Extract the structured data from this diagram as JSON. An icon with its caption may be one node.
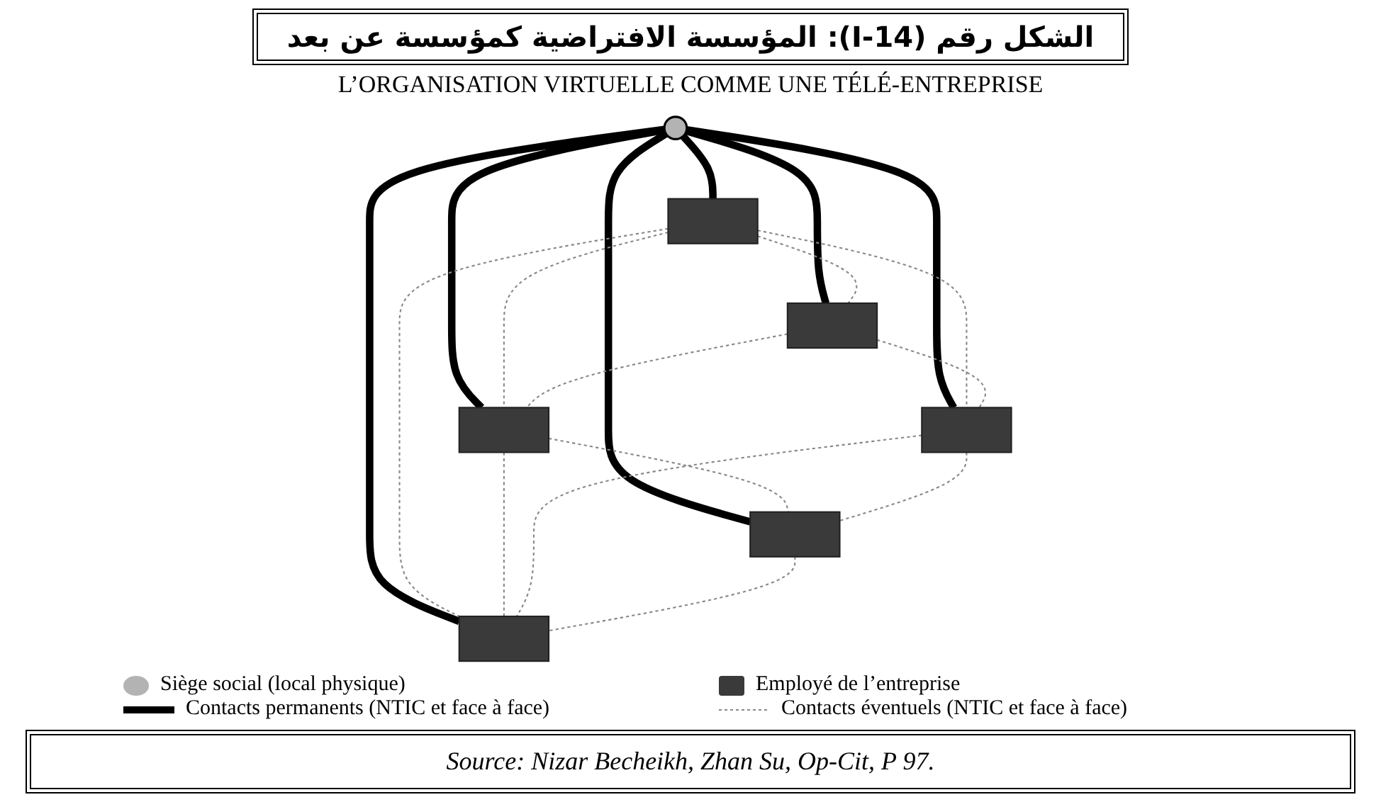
{
  "diagram": {
    "title": "الشكل رقم (14-I): المؤسسة الافتراضية كمؤسسة عن بعد",
    "caption": "Source: Nizar Becheikh, Zhan Su, Op-Cit, P 97.",
    "nodes": [
      {
        "text": [],
        "shape": "circle"
      },
      {
        "text": [],
        "shape": "cross"
      },
      {
        "text": [],
        "shape": "cross"
      },
      {
        "text": [],
        "shape": "cross"
      },
      {
        "text": [],
        "shape": "cross"
      },
      {
        "text": [],
        "shape": "cross"
      },
      {
        "text": [],
        "shape": "cross"
      }
    ],
    "edges": [
      {
        "from": 0,
        "to": 1,
        "arrow": "none",
        "style": "thick",
        "color": "#000000"
      },
      {
        "from": 0,
        "to": 2,
        "arrow": "none",
        "style": "thick",
        "color": "#000000"
      },
      {
        "from": 0,
        "to": 3,
        "arrow": "none",
        "style": "thick",
        "color": "#000000"
      },
      {
        "from": 0,
        "to": 4,
        "arrow": "none",
        "style": "thick",
        "color": "#000000"
      },
      {
        "from": 0,
        "to": 5,
        "arrow": "none",
        "style": "thick",
        "color": "#000000"
      },
      {
        "from": 0,
        "to": 6,
        "arrow": "none",
        "style": "thick",
        "color": "#000000"
      },
      {
        "from": 1,
        "to": 3,
        "arrow": "none",
        "style": "dashed"
      },
      {
        "from": 1,
        "to": 2,
        "arrow": "none",
        "style": "dashed"
      },
      {
        "from": 1,
        "to": 5,
        "arrow": "none",
        "style": "dashed"
      },
      {
        "from": 1,
        "to": 4,
        "arrow": "none",
        "style": "dashed"
      },
      {
        "from": 3,
        "to": 2,
        "arrow": "none",
        "style": "dashed"
      },
      {
        "from": 3,
        "to": 5,
        "arrow": "none",
        "style": "dashed"
      },
      {
        "from": 2,
        "to": 4,
        "arrow": "none",
        "style": "dashed"
      },
      {
        "from": 2,
        "to": 6,
        "arrow": "none",
        "style": "dashed"
      },
      {
        "from": 5,
        "to": 4,
        "arrow": "none",
        "style": "dashed"
      },
      {
        "from": 5,
        "to": 6,
        "arrow": "none",
        "style": "dashed"
      },
      {
        "from": 6,
        "to": 4,
        "arrow": "none",
        "style": "dashed"
      }
    ],
    "labels": [
      "L’ORGANISATION VIRTUELLE COMME UNE TÉLÉ-ENTREPRISE"
    ],
    "legend": [
      {
        "text": "Siège social (local physique)",
        "color": "#b3b3b3"
      },
      {
        "text": "Employé de l’entreprise",
        "color": "#3a3a3a"
      },
      {
        "text": "Contacts permanents (NTIC et face à face)"
      },
      {
        "text": "Contacts éventuels (NTIC et  face à face)"
      }
    ]
  }
}
